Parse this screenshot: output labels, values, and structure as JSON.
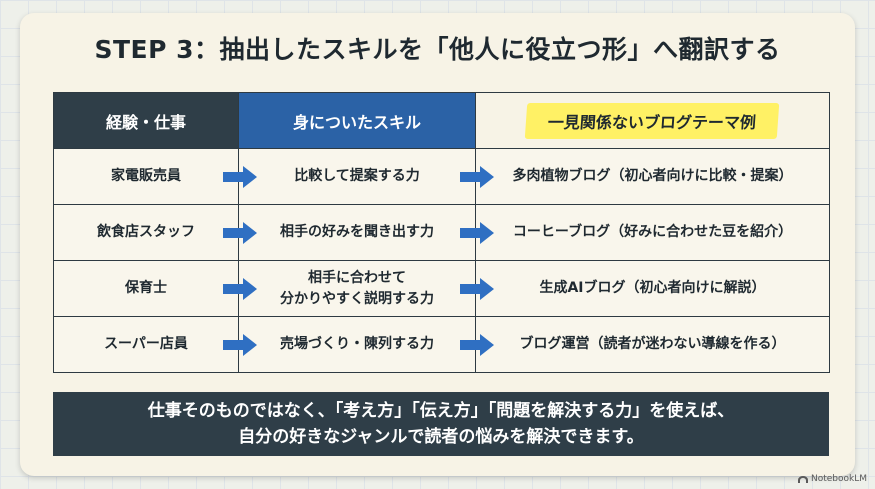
{
  "title": "STEP 3：抽出したスキルを「他人に役立つ形」へ翻訳する",
  "table": {
    "headers": [
      "経験・仕事",
      "身についたスキル",
      "一見関係ないブログテーマ例"
    ],
    "rows": [
      {
        "job": "家電販売員",
        "skill": "比較して提案する力",
        "skill2": "",
        "theme": "多肉植物ブログ（初心者向けに比較・提案）"
      },
      {
        "job": "飲食店スタッフ",
        "skill": "相手の好みを聞き出す力",
        "skill2": "",
        "theme": "コーヒーブログ（好みに合わせた豆を紹介）"
      },
      {
        "job": "保育士",
        "skill": "相手に合わせて",
        "skill2": "分かりやすく説明する力",
        "theme": "生成AIブログ（初心者向けに解説）"
      },
      {
        "job": "スーパー店員",
        "skill": "売場づくり・陳列する力",
        "skill2": "",
        "theme": "ブログ運営（読者が迷わない導線を作る）"
      }
    ]
  },
  "banner": {
    "line1": "仕事そのものではなく、「考え方」「伝え方」「問題を解決する力」を使えば、",
    "line2": "自分の好きなジャンルで読者の悩みを解決できます。"
  },
  "watermark": "NotebookLM",
  "colors": {
    "dark": "#2f3e48",
    "blue": "#2b62a6",
    "yellow": "#fff165",
    "arrow": "#2f6fc2",
    "card": "#f7f3e6"
  },
  "icons": {
    "arrow": "right-arrow-icon",
    "watermark": "notebooklm-logo-icon"
  }
}
